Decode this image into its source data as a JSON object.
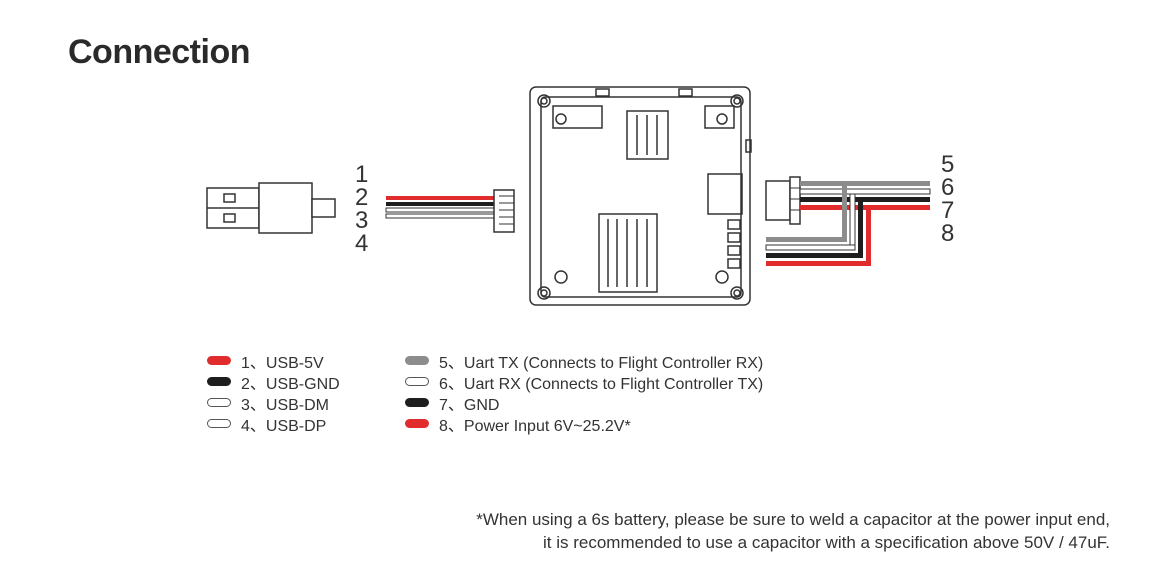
{
  "title": "Connection",
  "pins_left": [
    "1",
    "2",
    "3",
    "4"
  ],
  "pins_right": [
    "5",
    "6",
    "7",
    "8"
  ],
  "legend_left": [
    {
      "label": "1、USB-5V",
      "color": "#e02c2c"
    },
    {
      "label": "2、USB-GND",
      "color": "#1e1e1e"
    },
    {
      "label": "3、USB-DM",
      "color": "#ffffff"
    },
    {
      "label": "4、USB-DP",
      "color": "#ffffff"
    }
  ],
  "legend_right": [
    {
      "label": "5、Uart TX (Connects to Flight Controller RX)",
      "color": "#8c8c8c"
    },
    {
      "label": "6、Uart RX (Connects to Flight Controller TX)",
      "color": "#ffffff"
    },
    {
      "label": "7、GND",
      "color": "#1e1e1e"
    },
    {
      "label": "8、Power Input 6V~25.2V*",
      "color": "#e02c2c"
    }
  ],
  "note": {
    "line1": "*When using a 6s battery, please be sure to weld a capacitor at the power input end,",
    "line2": "it is recommended to use a capacitor with a specification above 50V / 47uF."
  }
}
